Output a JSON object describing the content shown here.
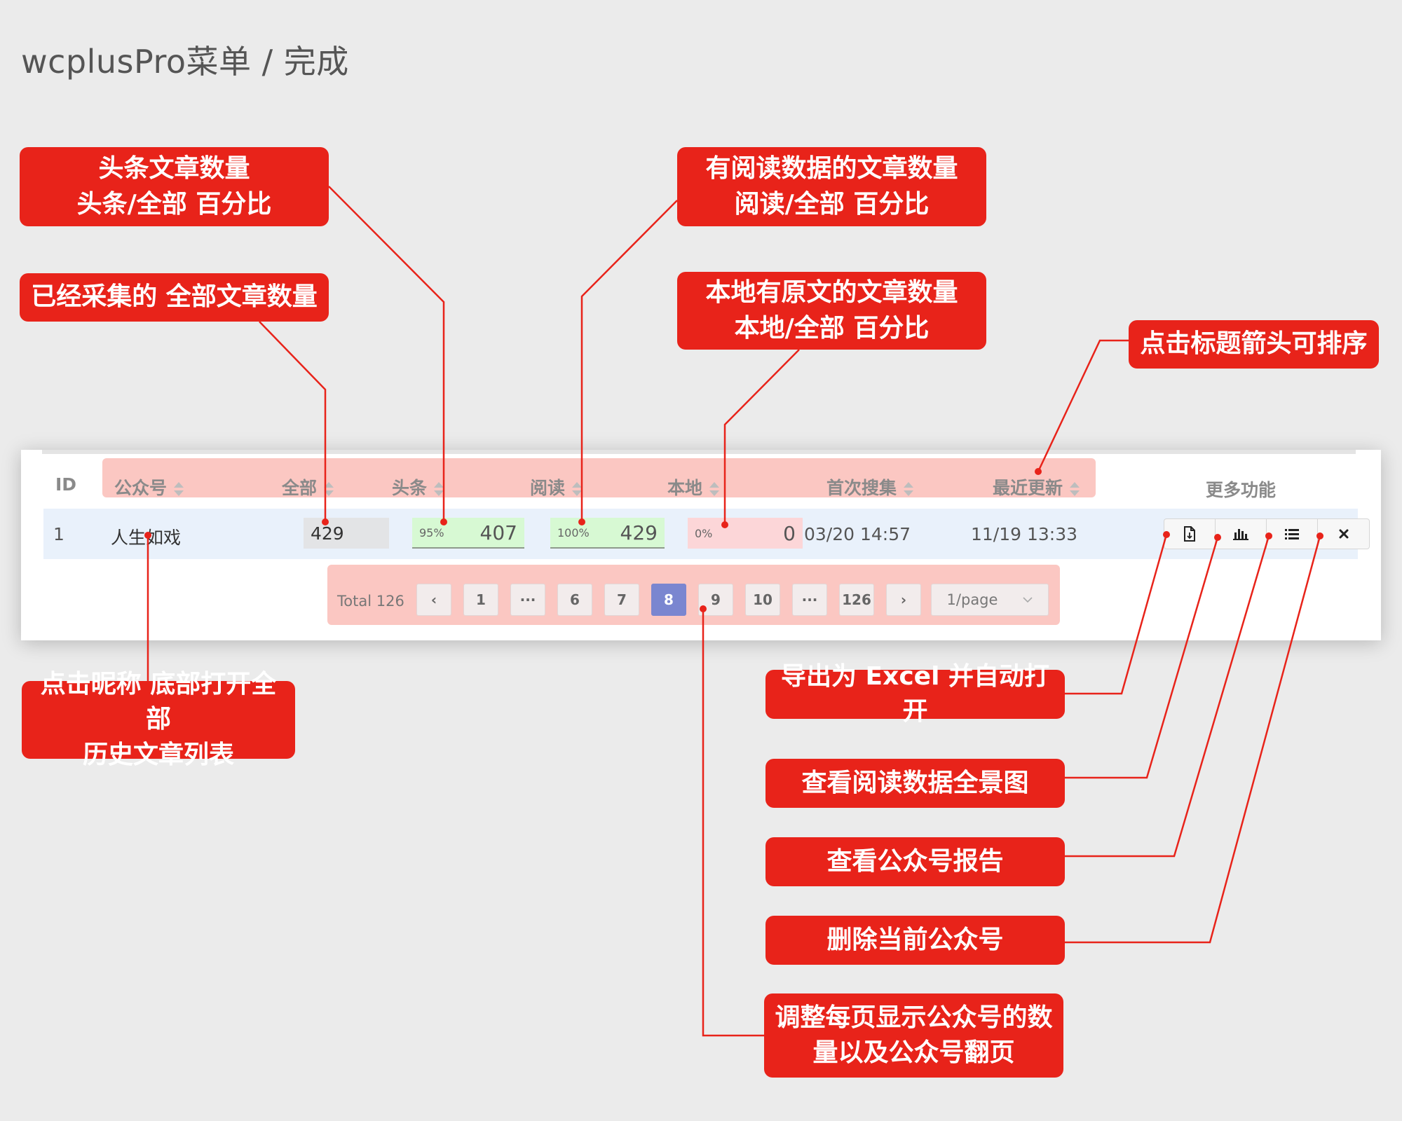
{
  "page_title": "wcplusPro菜单 / 完成",
  "callouts": {
    "headline": [
      "头条文章数量",
      "头条/全部 百分比"
    ],
    "collected": [
      "已经采集的 全部文章数量"
    ],
    "read": [
      "有阅读数据的文章数量",
      "阅读/全部 百分比"
    ],
    "local": [
      "本地有原文的文章数量",
      "本地/全部 百分比"
    ],
    "sort": [
      "点击标题箭头可排序"
    ],
    "nickname": [
      "点击昵称 底部打开全部",
      "历史文章列表"
    ],
    "export": [
      "导出为 Excel 并自动打开"
    ],
    "panorama": [
      "查看阅读数据全景图"
    ],
    "report": [
      "查看公众号报告"
    ],
    "delete": [
      "删除当前公众号"
    ],
    "pagination": [
      "调整每页显示公众号的数",
      "量以及公众号翻页"
    ]
  },
  "table": {
    "headers": {
      "id": "ID",
      "account": "公众号",
      "all": "全部",
      "headline": "头条",
      "read": "阅读",
      "local": "本地",
      "first_crawl": "首次搜集",
      "last_update": "最近更新",
      "more": "更多功能"
    },
    "row": {
      "id": "1",
      "account": "人生如戏",
      "all": "429",
      "headline_pct": "95%",
      "headline": "407",
      "read_pct": "100%",
      "read": "429",
      "local_pct": "0%",
      "local": "0",
      "first_crawl": "03/20 14:57",
      "last_update": "11/19 13:33"
    },
    "action_icons": [
      "export-excel-icon",
      "bar-chart-icon",
      "list-icon",
      "delete-icon"
    ]
  },
  "pagination": {
    "total": "Total 126",
    "prev": "‹",
    "pages": [
      "1",
      "···",
      "6",
      "7",
      "8",
      "9",
      "10",
      "···",
      "126"
    ],
    "active": "8",
    "next": "›",
    "page_size": "1/page"
  },
  "colors": {
    "callout": "#e8231a",
    "highlight": "#fbc7c2",
    "active_page": "#7a86d0",
    "green_cell": "#d7f9d3",
    "red_cell": "#fcd6d8",
    "row_bg": "#e9f1fb"
  }
}
